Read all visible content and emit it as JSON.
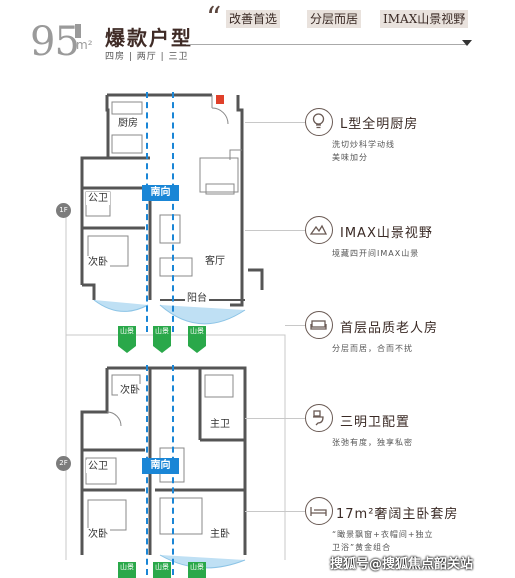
{
  "header": {
    "area": "95",
    "unit": "m²",
    "title": "爆款户型",
    "subtitle": "四房 | 两厅 | 三卫",
    "tags": [
      "改善首选",
      "分层而居",
      "IMAX山景视野"
    ]
  },
  "plan": {
    "floor1_badge": "1F",
    "floor2_badge": "2F",
    "south_label": "南向",
    "mountain_label": "山景",
    "rooms_1f": [
      "厨房",
      "公卫",
      "次卧",
      "客厅",
      "阳台"
    ],
    "rooms_2f": [
      "次卧",
      "主卫",
      "公卫",
      "次卧",
      "主卧"
    ]
  },
  "features": [
    {
      "icon": "bulb-icon",
      "title": "L型全明厨房",
      "desc": [
        "洗切炒科学动线",
        "美味加分"
      ]
    },
    {
      "icon": "mountain-icon",
      "title": "IMAX山景视野",
      "desc": [
        "境藏四开间IMAX山景"
      ]
    },
    {
      "icon": "sofa-icon",
      "title": "首层品质老人房",
      "desc": [
        "分层而居，合而不扰"
      ]
    },
    {
      "icon": "toilet-icon",
      "title": "三明卫配置",
      "desc": [
        "张弛有度，独享私密"
      ]
    },
    {
      "icon": "bed-icon",
      "title": "17m²奢阔主卧套房",
      "desc": [
        "“瞰景飘窗+衣帽间+独立",
        "卫浴”黄金组合"
      ]
    }
  ],
  "watermark": "搜狐号@搜狐焦点韶关站"
}
